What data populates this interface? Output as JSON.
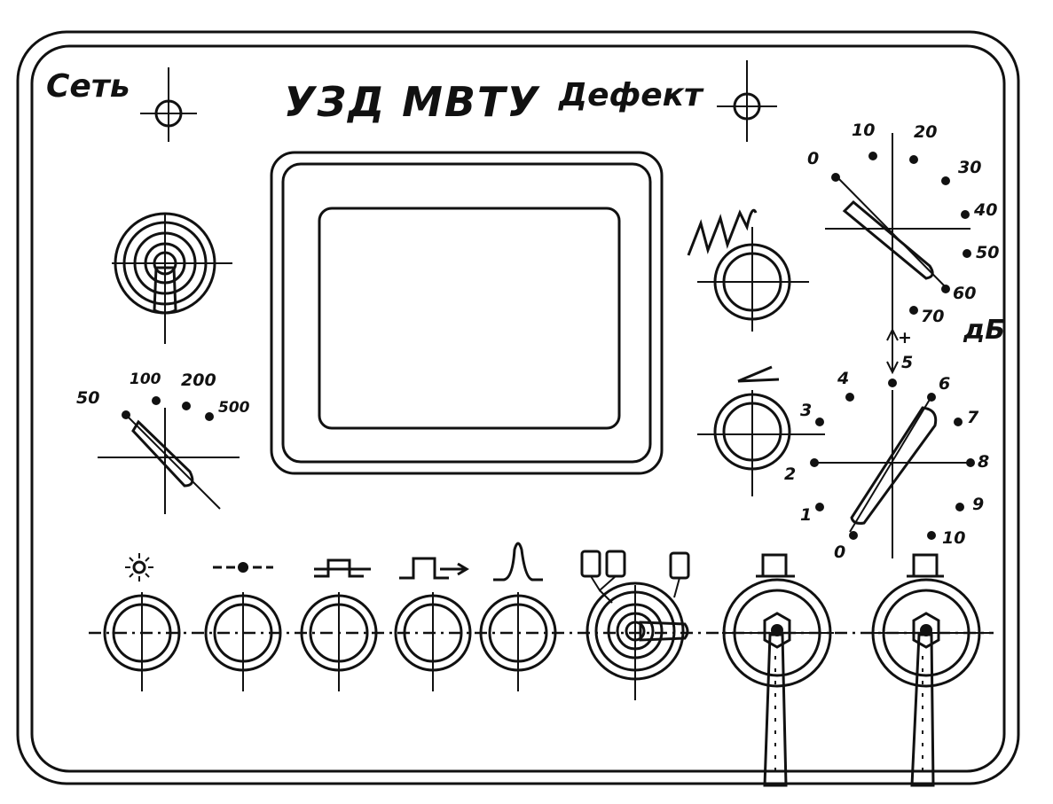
{
  "panel": {
    "title": "УЗД МВТУ",
    "network_label": "Сеть",
    "defect_label": "Дефект"
  },
  "attenuator": {
    "unit": "дБ",
    "ticks": [
      "0",
      "10",
      "20",
      "30",
      "40",
      "50",
      "60",
      "70"
    ]
  },
  "range_selector": {
    "ticks": [
      "50",
      "100",
      "200",
      "500"
    ]
  },
  "mode_selector": {
    "ticks": [
      "0",
      "1",
      "2",
      "3",
      "4",
      "5",
      "6",
      "7",
      "8",
      "9",
      "10"
    ],
    "plus_mark": "+"
  },
  "icons": {
    "sweep": "sawtooth-icon",
    "slope": "slope-icon",
    "brightness": "sun-icon",
    "focus": "dot-line-icon",
    "pulse_delay": "pulse-delay-icon",
    "pulse_shift": "pulse-shift-icon",
    "peak": "peak-icon",
    "dual_transducer": "dual-transducer-icon",
    "single_transducer": "single-transducer-icon",
    "connector": "connector-icon"
  },
  "colors": {
    "ink": "#111111",
    "paper": "#ffffff"
  }
}
